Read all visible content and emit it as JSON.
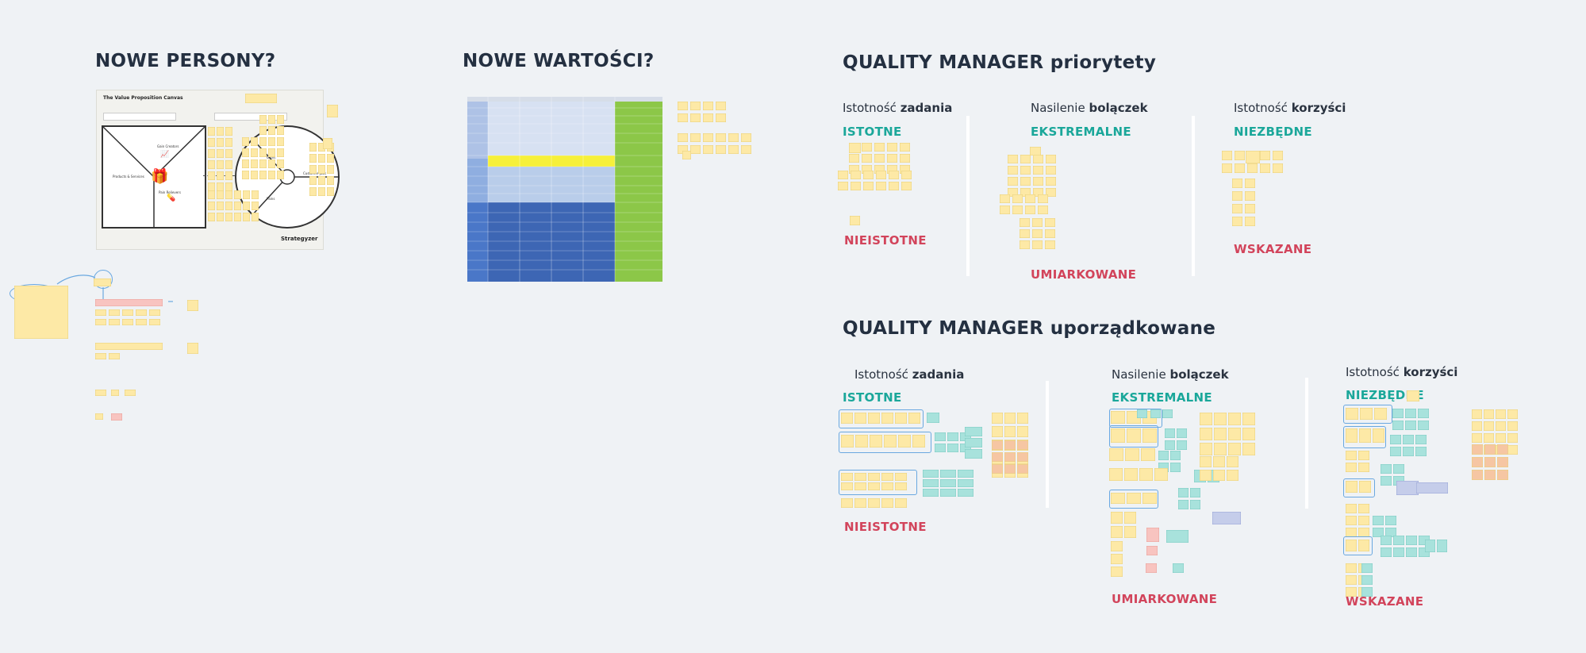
{
  "sections": {
    "personas": {
      "title": "NOWE PERSONY?"
    },
    "values": {
      "title": "NOWE WARTOŚCI?"
    },
    "priorities": {
      "title": "QUALITY MANAGER priorytety",
      "col1": {
        "pre": "Istotność ",
        "bold": "zadania",
        "top": "ISTOTNE",
        "bottom": "NIEISTOTNE"
      },
      "col2": {
        "pre": "Nasilenie ",
        "bold": "bolączek",
        "top": "EKSTREMALNE",
        "bottom": "UMIARKOWANE"
      },
      "col3": {
        "pre": "Istotność ",
        "bold": "korzyści",
        "top": "NIEZBĘDNE",
        "bottom": "WSKAZANE"
      }
    },
    "ordered": {
      "title": "QUALITY MANAGER uporządkowane",
      "col1": {
        "pre": "Istotność ",
        "bold": "zadania",
        "top": "ISTOTNE",
        "bottom": "NIEISTOTNE"
      },
      "col2": {
        "pre": "Nasilenie ",
        "bold": "bolączek",
        "top": "EKSTREMALNE",
        "bottom": "UMIARKOWANE"
      },
      "col3": {
        "pre": "Istotność ",
        "bold": "korzyści",
        "top": "NIEZBĘDNE",
        "bottom": "WSKAZANE"
      }
    }
  },
  "canvas": {
    "title": "The Value Proposition Canvas",
    "brand": "Strategyzer",
    "labels": {
      "gain_creators": "Gain Creators",
      "products": "Products & Services",
      "pain_relievers": "Pain Relievers",
      "gains": "Gains",
      "pains": "Pains",
      "jobs": "Customer Jobs"
    }
  },
  "colors": {
    "teal": "#1aa79a",
    "red": "#d2445b",
    "note_yellow": "#fde9a6",
    "note_teal": "#a8e2dc",
    "note_pink": "#f8c4c0",
    "table_blue": "#4a77c8",
    "table_green": "#8cc748",
    "table_yellow": "#f6f03a"
  }
}
